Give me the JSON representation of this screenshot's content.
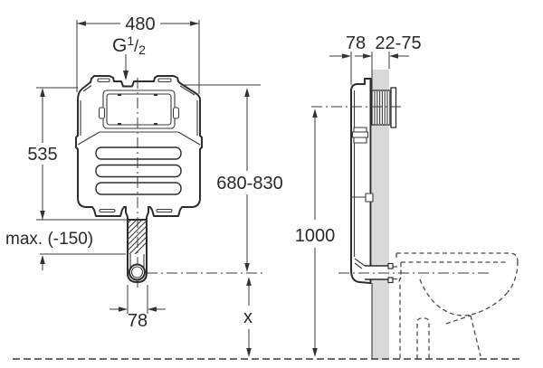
{
  "colors": {
    "wall_fill": "#d9d9d9",
    "ink": "#2d2d2d"
  },
  "front_view": {
    "width": "480",
    "inlet": {
      "g": "G",
      "sup": "1",
      "slash": "/",
      "sub": "2"
    },
    "body_height": "535",
    "install_height_range": "680-830",
    "max_cut": "max. (-150)",
    "outlet_pipe_width": "78",
    "floor_distance": "x"
  },
  "side_view": {
    "frame_depth": "78",
    "recess_depth": "22-75",
    "actuation_height": "1000"
  }
}
